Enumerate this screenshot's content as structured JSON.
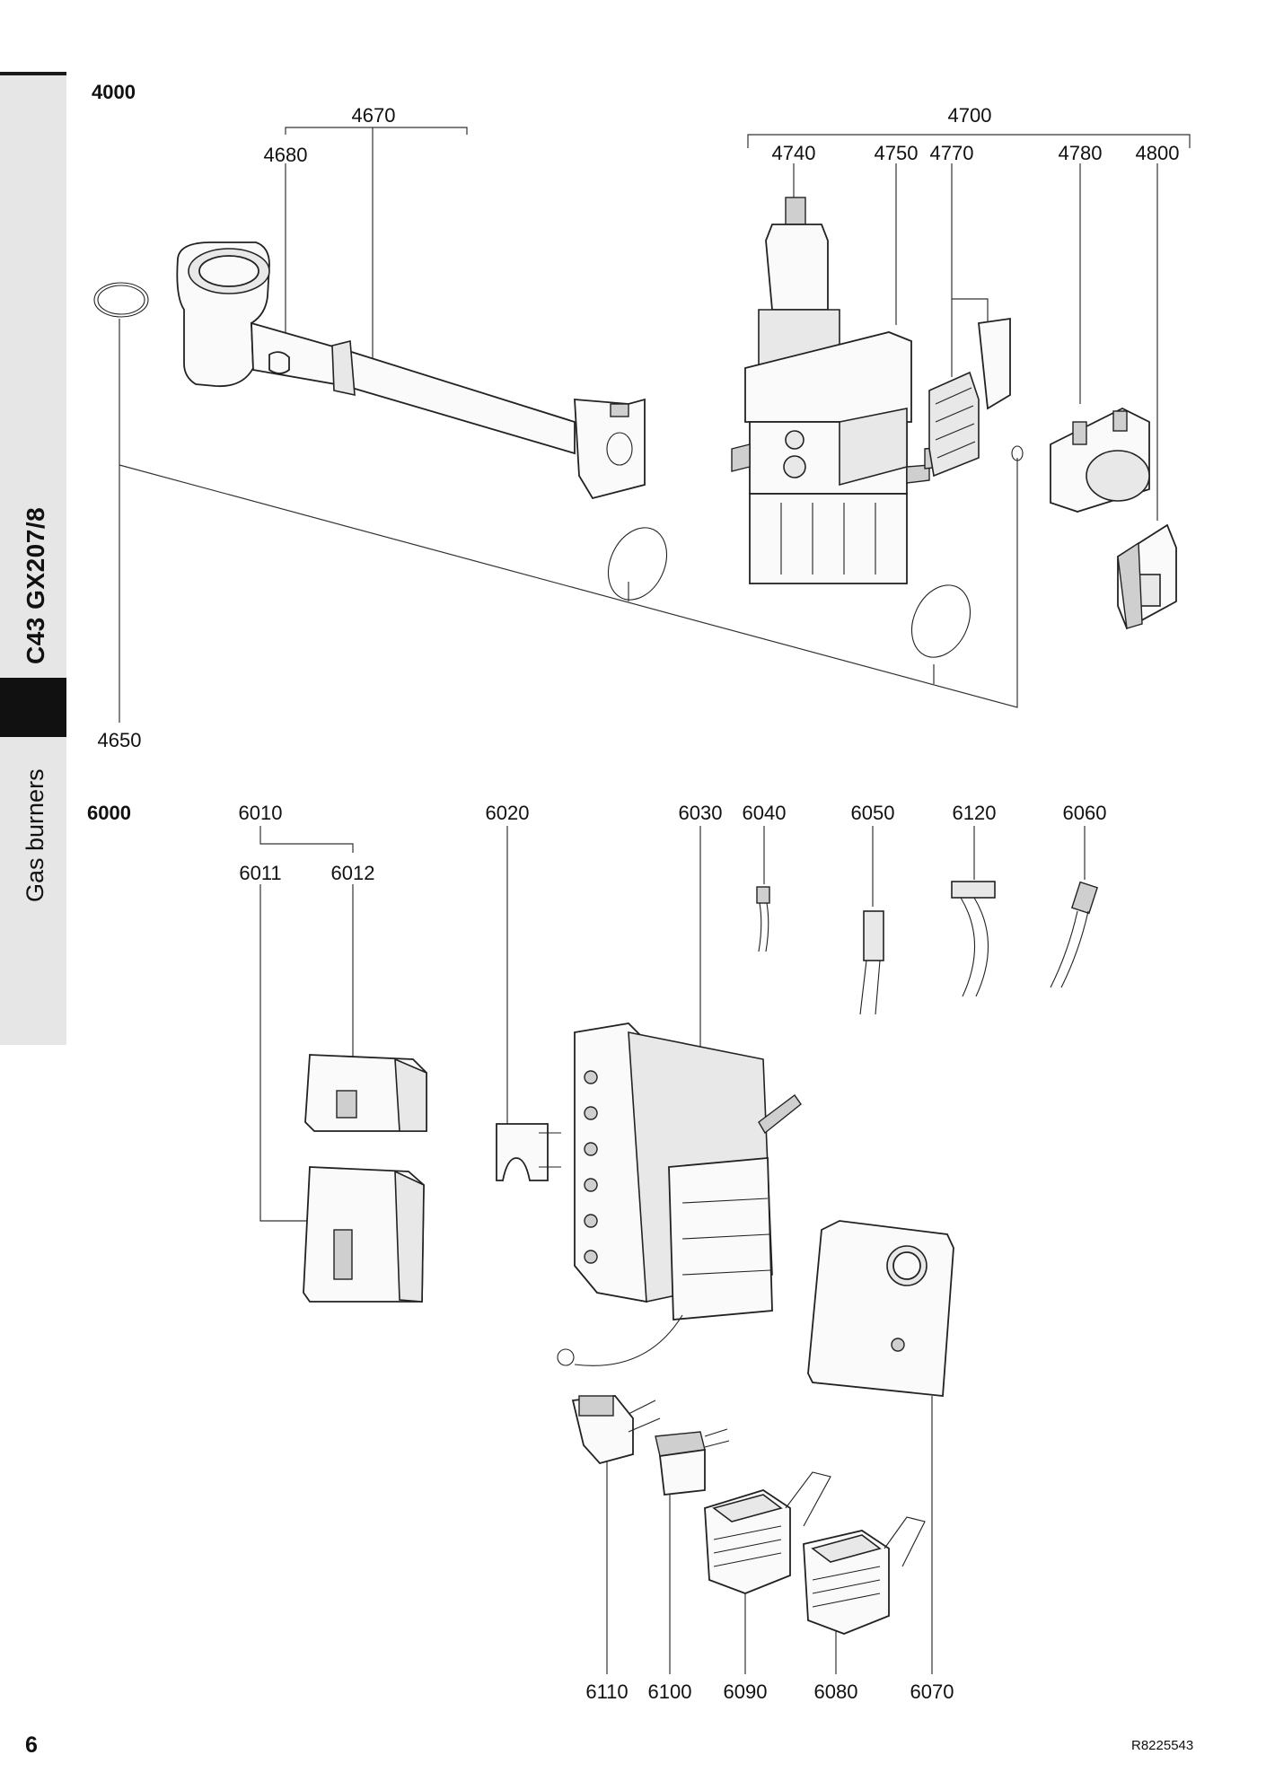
{
  "sidebar": {
    "title": "C43 GX207/8",
    "category": "Gas burners"
  },
  "footer": {
    "page_number": "6",
    "doc_ref": "R8225543"
  },
  "sections": [
    {
      "id": "4000",
      "heading": "4000",
      "labels": [
        "4670",
        "4680",
        "4700",
        "4740",
        "4750",
        "4770",
        "4780",
        "4800",
        "4650"
      ]
    },
    {
      "id": "6000",
      "heading": "6000",
      "labels": [
        "6010",
        "6011",
        "6012",
        "6020",
        "6030",
        "6040",
        "6050",
        "6120",
        "6060",
        "6110",
        "6100",
        "6090",
        "6080",
        "6070"
      ]
    }
  ]
}
